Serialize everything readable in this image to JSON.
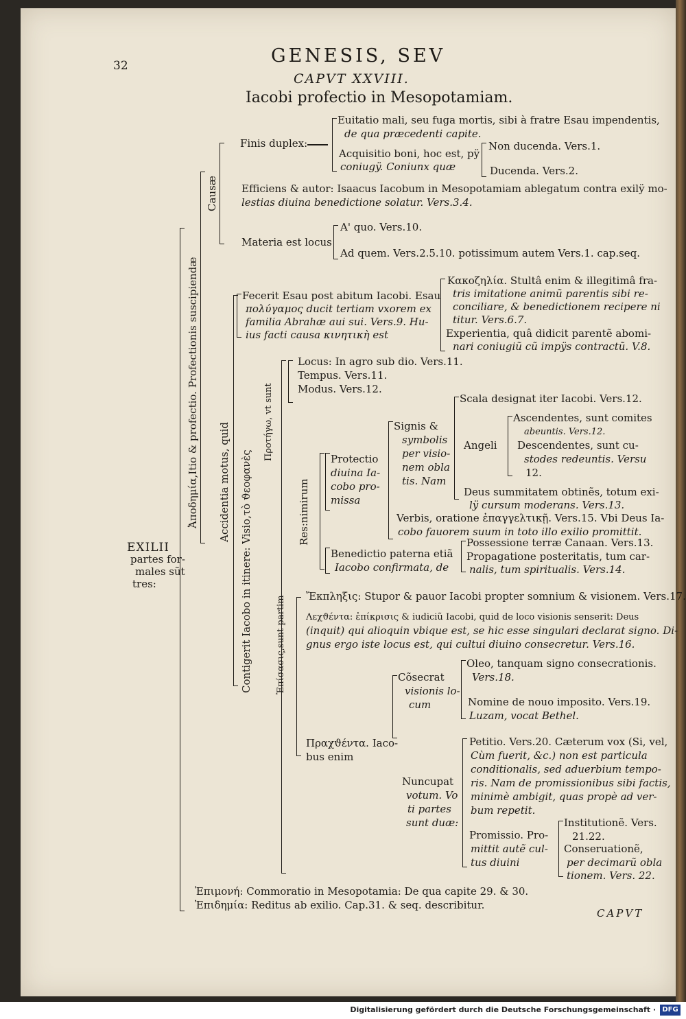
{
  "page": {
    "number": "32",
    "running_head": "GENESIS, SEV",
    "chapter": "CAPVT XXVIII.",
    "title": "Iacobi profectio in Mesopotamiam.",
    "catchword": "CAPVT"
  },
  "root": {
    "l1": "EXILII",
    "l2": "partes for-",
    "l3": "males sũt",
    "l4": "tres:"
  },
  "vertical": {
    "apodemia": "Ἀποδημία,Itio & profectio. Profectionis suscipiendæ",
    "causae": "Causæ",
    "accidentia": "Accidentia motus, quid",
    "contigerit": "Contigerit Iacobo in itinere: Visio,τὸ ϑεοφανὲς",
    "res_nimirum": "Res:nimirum",
    "prostasis": "Προτήγω, vt sunt",
    "epistasis": "Ἐπίσασις,sunt partim"
  },
  "causae": {
    "finis": "Finis duplex:",
    "evitatio_1": "Euitatio mali, seu fuga mortis, sibi à fratre Esau impendentis,",
    "evitatio_2": "de qua præcedenti capite.",
    "acquisitio_1": "Acquisitio boni, hoc est, pÿ",
    "acquisitio_2": "coniugÿ. Coniunx quæ",
    "non_ducenda": "Non ducenda. Vers.1.",
    "ducenda": "Ducenda. Vers.2.",
    "efficiens_1": "Efficiens & autor: Isaacus Iacobum in Mesopotamiam ablegatum contra exilÿ mo-",
    "efficiens_2": "lestias diuina benedictione solatur. Vers.3.4.",
    "materia": "Materia est locus",
    "a_quo": "A' quo. Vers.10.",
    "ad_quem": "Ad quem. Vers.2.5.10. potissimum autem Vers.1. cap.seq."
  },
  "fecerit": {
    "l1": "Fecerit Esau post abitum Iacobi. Esau",
    "l2": "πολύγαμος ducit tertiam vxorem ex",
    "l3": "familia Abrahæ aui sui. Vers.9. Hu-",
    "l4": "ius facti causa κινητικὴ est",
    "k1": "Κακοζηλία. Stultâ enim & illegitimâ fra-",
    "k2": "tris imitatione animũ parentis sibi re-",
    "k3": "conciliare, & benedictionem recipere ni",
    "k4": "titur. Vers.6.7.",
    "e1": "Experientia, quâ didicit parentẽ abomi-",
    "e2": "nari coniugiũ cũ impÿs contractũ. V.8."
  },
  "prostasis": {
    "locus": "Locus: In agro sub dio. Vers.11.",
    "tempus": "Tempus. Vers.11.",
    "modus": "Modus. Vers.12."
  },
  "res": {
    "protectio": [
      "Protectio",
      "diuina Ia-",
      "cobo pro-",
      "missa"
    ],
    "signis": [
      "Signis &",
      "symbolis",
      "per visio-",
      "nem obla",
      "tis. Nam"
    ],
    "scala": "Scala designat iter Iacobi. Vers.12.",
    "angeli": "Angeli",
    "ascendentes_1": "Ascendentes, sunt comites",
    "ascendentes_2": "abeuntis. Vers.12.",
    "descendentes_1": "Descendentes, sunt cu-",
    "descendentes_2": "stodes redeuntis. Versu",
    "descendentes_3": "12.",
    "deus_1": "Deus summitatem obtinẽs, totum exi-",
    "deus_2": "lÿ cursum moderans. Vers.13.",
    "verbis_1": "Verbis, oratione ἐπαγγελτικῇ. Vers.15. Vbi Deus Ia-",
    "verbis_2": "cobo fauorem suum in toto illo exilio promittit.",
    "benedictio_1": "Benedictio paterna etiã",
    "benedictio_2": "Iacobo confirmata, de",
    "possessione": "Possessione terræ Canaan. Vers.13.",
    "propagatione_1": "Propagatione posteritatis, tum car-",
    "propagatione_2": "nalis, tum spiritualis. Vers.14."
  },
  "epistasis": {
    "ekplexis": "Ἔκπληξις: Stupor & pauor Iacobi propter somnium & visionem. Vers.17.",
    "lexis_1": "Λεχϑέντα: ἐπίκρισις & iudiciũ Iacobi, quid de loco visionis senserit: Deus",
    "lexis_2": "(inquit) qui alioquin vbique est, se hic esse singulari declarat signo. Di-",
    "lexis_3": "gnus ergo iste locus est, qui cultui diuino consecretur. Vers.16.",
    "prachthenta_1": "Πραχϑέντα. Iaco-",
    "prachthenta_2": "bus enim",
    "consecrat": [
      "Cõsecrat",
      "visionis lo-",
      "cum"
    ],
    "oleo_1": "Oleo, tanquam signo consecrationis.",
    "oleo_2": "Vers.18.",
    "nomine_1": "Nomine de nouo imposito. Vers.19.",
    "nomine_2": "Luzam, vocat Bethel.",
    "nuncupat": [
      "Nuncupat",
      "votum. Vo",
      "ti partes",
      "sunt duæ:"
    ],
    "petitio": [
      "Petitio. Vers.20. Cæterum vox (Si, vel,",
      "Cùm fuerit, &c.) non est particula",
      "conditionalis, sed aduerbium tempo-",
      "ris. Nam de promissionibus sibi factis,",
      "minimè ambigit, quas propè ad ver-",
      "bum repetit."
    ],
    "promissio": [
      "Promissio. Pro-",
      "mittit autẽ cul-",
      "tus diuini"
    ],
    "institutione_1": "Institutionẽ. Vers.",
    "institutione_2": "21.22.",
    "conservatione_1": "Conseruationẽ,",
    "conservatione_2": "per decimarũ obla",
    "conservatione_3": "tionem. Vers. 22."
  },
  "other": {
    "epimone": "Ἐπιμονή: Commoratio in Mesopotamia: De qua capite 29. & 30.",
    "epidemia": "Ἐπιδημία: Reditus ab exilio. Cap.31. & seq. describitur."
  },
  "footer": {
    "text": "Digitalisierung gefördert durch die Deutsche Forschungsgemeinschaft ·",
    "logo": "DFG"
  }
}
